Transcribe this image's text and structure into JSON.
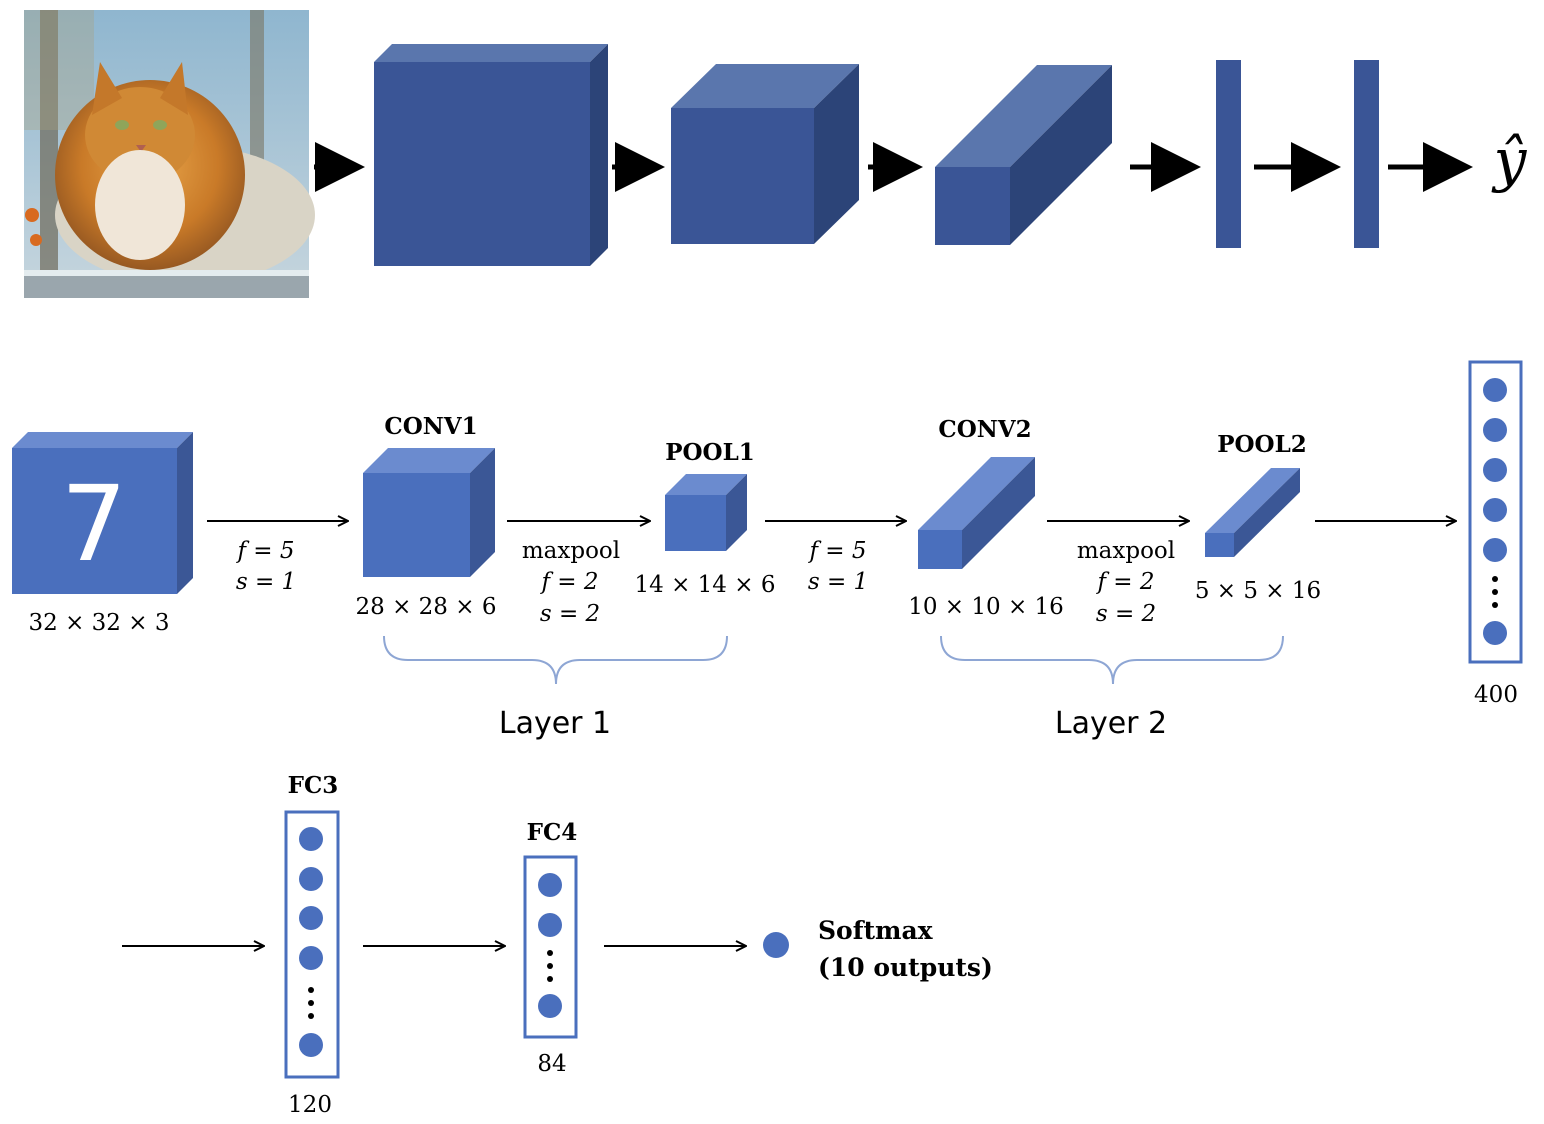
{
  "top_row": {
    "output_label": "ŷ"
  },
  "input_block": {
    "digit": "7",
    "dims": "32 × 32 × 3"
  },
  "conv1": {
    "title": "CONV1",
    "dims": "28 × 28 × 6",
    "params": [
      "f = 5",
      "s = 1"
    ]
  },
  "pool1": {
    "title": "POOL1",
    "dims": "14 × 14 × 6",
    "params": [
      "maxpool",
      "f = 2",
      "s = 2"
    ]
  },
  "conv2": {
    "title": "CONV2",
    "dims": "10 × 10 × 16",
    "params": [
      "f = 5",
      "s = 1"
    ]
  },
  "pool2": {
    "title": "POOL2",
    "dims": "5 × 5 × 16",
    "params": [
      "maxpool",
      "f = 2",
      "s = 2"
    ]
  },
  "layers": {
    "layer1": "Layer 1",
    "layer2": "Layer 2"
  },
  "flatten": {
    "size": "400"
  },
  "fc3": {
    "title": "FC3",
    "size": "120"
  },
  "fc4": {
    "title": "FC4",
    "size": "84"
  },
  "softmax": {
    "title": "Softmax",
    "subtitle": "(10 outputs)"
  },
  "colors": {
    "block_front_dark": "#3a5596",
    "block_top_dark": "#5a76ad",
    "block_side_dark": "#2c4478",
    "block_front": "#4a6fbd",
    "block_top": "#6b8bcf",
    "block_side": "#3b5796",
    "neuron": "#4a6fbd",
    "brace": "#8ea6d4",
    "arrow": "#000000"
  }
}
